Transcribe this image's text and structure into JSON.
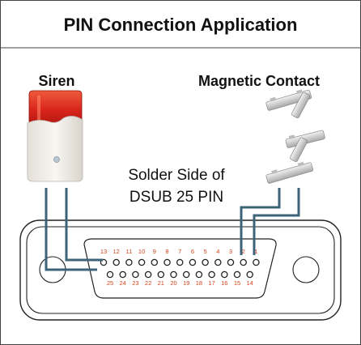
{
  "title": "PIN Connection Application",
  "devices": {
    "siren_label": "Siren",
    "contact_label": "Magnetic Contact"
  },
  "connector": {
    "caption_line1": "Solder Side of",
    "caption_line2": "DSUB 25 PIN",
    "top_row_pins": [
      "13",
      "12",
      "11",
      "10",
      "9",
      "8",
      "7",
      "6",
      "5",
      "4",
      "3",
      "2",
      "1"
    ],
    "bottom_row_pins": [
      "25",
      "24",
      "23",
      "22",
      "21",
      "20",
      "19",
      "18",
      "17",
      "16",
      "15",
      "14"
    ]
  },
  "colors": {
    "wire": "#3d6378",
    "pin_number": "#d4421c",
    "siren_lens": "#d8251c",
    "siren_body": "#eeeae4"
  }
}
